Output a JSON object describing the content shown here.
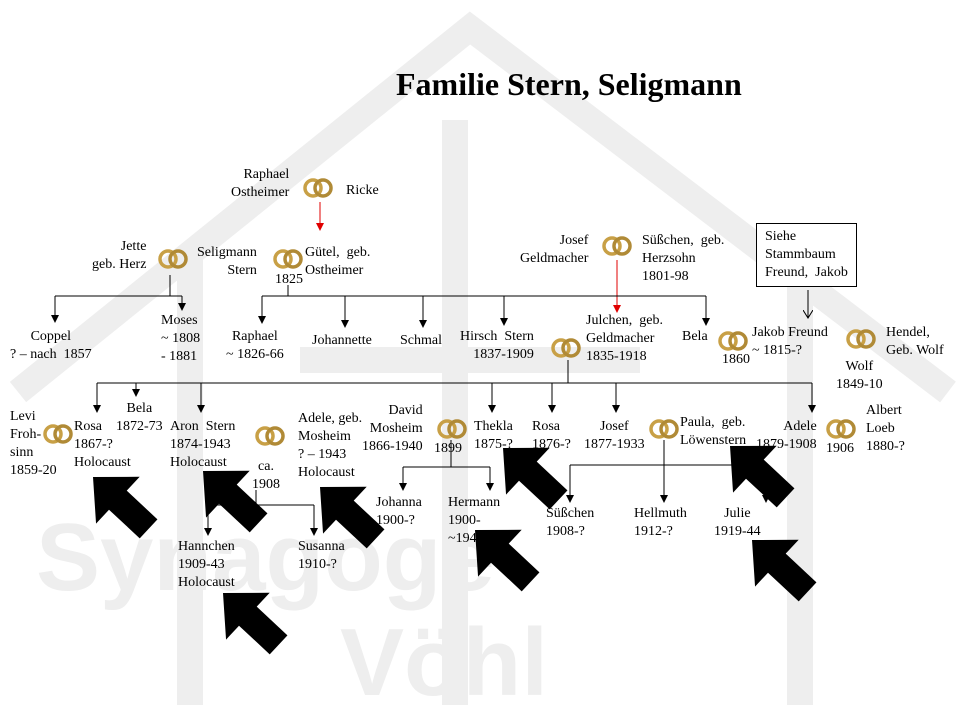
{
  "title": "Familie Stern, Seligmann",
  "watermark": {
    "line1": "Synagoge",
    "line2": "Vöhl"
  },
  "colors": {
    "line": "#000000",
    "highlight_arrow": "#e00000",
    "watermark": "#eeeeee",
    "ring": "#c8a046"
  },
  "people": {
    "raphael_ostheimer": "Raphael\nOstheimer",
    "ricke": "Ricke",
    "jette": "Jette\ngeb. Herz",
    "seligmann_stern": "Seligmann\nStern",
    "guetel": "Gütel,  geb.\nOstheimer",
    "year_1825": "1825",
    "josef_geldmacher": "Josef\nGeldmacher",
    "suesschen_herzsohn": "Süßchen,  geb.\nHerzsohn\n1801-98",
    "coppel": "Coppel\n? – nach  1857",
    "moses": "Moses\n~ 1808\n- 1881",
    "raphael_1826": "Raphael\n~ 1826-66",
    "johannette": "Johannette",
    "schmal": "Schmal",
    "hirsch_stern": "Hirsch  Stern\n1837-1909",
    "julchen": "Julchen,  geb.\nGeldmacher\n1835-1918",
    "bela_top": "Bela",
    "year_1860": "1860",
    "jakob_freund": "Jakob Freund\n~ 1815-?",
    "hendel": "Hendel,\nGeb. Wolf",
    "wolf": "Wolf\n1849-10",
    "levi": "Levi\nFroh-\nsinn\n1859-20",
    "rosa_1867": "Rosa\n1867-?\nHolocaust",
    "bela_1872": "Bela\n1872-73",
    "aron_stern": "Aron  Stern\n1874-1943\nHolocaust",
    "ca_1908": "ca.\n1908",
    "adele_mosheim": "Adele, geb.\nMosheim\n? – 1943\nHolocaust",
    "david_mosheim": "David\nMosheim\n1866-1940",
    "year_1899": "1899",
    "thekla": "Thekla\n1875-?",
    "rosa_1876": "Rosa\n1876-?",
    "josef_1877": "Josef\n1877-1933",
    "paula": "Paula,  geb.\nLöwenstern",
    "adele_1879": "Adele\n1879-1908",
    "year_1906": "1906",
    "albert_loeb": "Albert\nLoeb\n1880-?",
    "johanna": "Johanna\n1900-?",
    "hermann": "Hermann\n1900-\n~1945",
    "suesschen_1908": "Süßchen\n1908-?",
    "hellmuth": "Hellmuth\n1912-?",
    "julie": "Julie\n1919-44",
    "hannchen": "Hannchen\n1909-43\nHolocaust",
    "susanna": "Susanna\n1910-?"
  },
  "reference_box": "Siehe\nStammbaum\nFreund,  Jakob"
}
